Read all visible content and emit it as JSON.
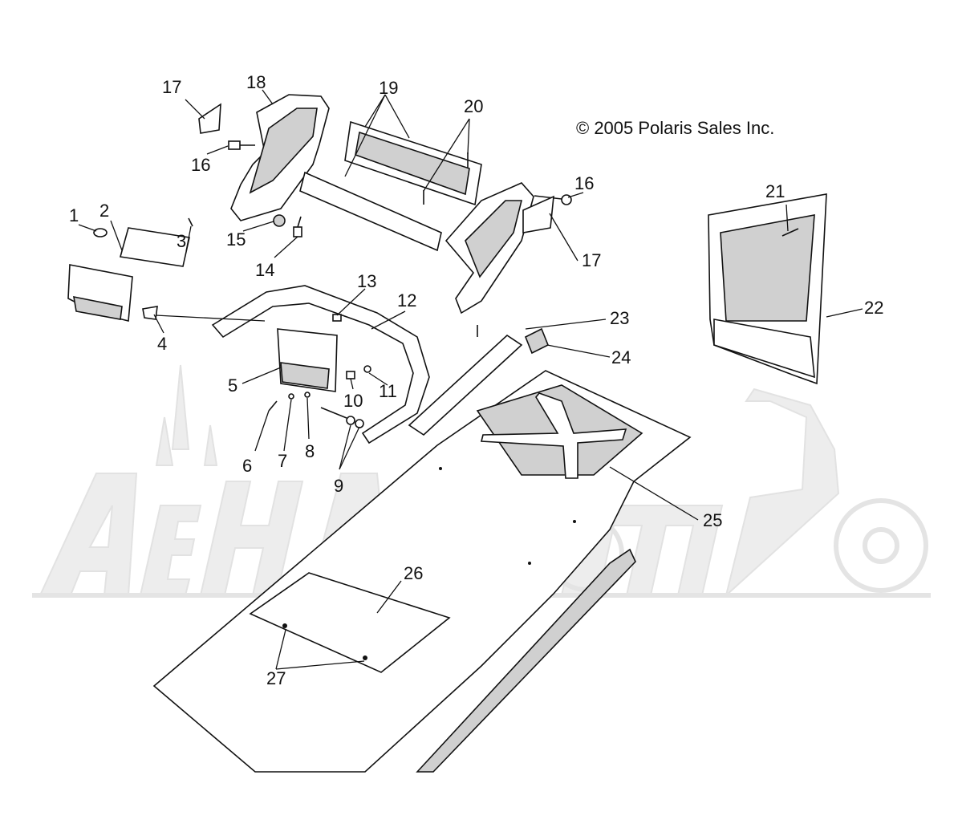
{
  "copyright": "© 2005 Polaris Sales Inc.",
  "callouts": [
    {
      "id": "1",
      "label": "1"
    },
    {
      "id": "2",
      "label": "2"
    },
    {
      "id": "3",
      "label": "3"
    },
    {
      "id": "4",
      "label": "4"
    },
    {
      "id": "5",
      "label": "5"
    },
    {
      "id": "6",
      "label": "6"
    },
    {
      "id": "7",
      "label": "7"
    },
    {
      "id": "8",
      "label": "8"
    },
    {
      "id": "9",
      "label": "9"
    },
    {
      "id": "10",
      "label": "10"
    },
    {
      "id": "11",
      "label": "11"
    },
    {
      "id": "12",
      "label": "12"
    },
    {
      "id": "13",
      "label": "13"
    },
    {
      "id": "14",
      "label": "14"
    },
    {
      "id": "15",
      "label": "15"
    },
    {
      "id": "16a",
      "label": "16"
    },
    {
      "id": "16b",
      "label": "16"
    },
    {
      "id": "17a",
      "label": "17"
    },
    {
      "id": "17b",
      "label": "17"
    },
    {
      "id": "18",
      "label": "18"
    },
    {
      "id": "19",
      "label": "19"
    },
    {
      "id": "20",
      "label": "20"
    },
    {
      "id": "21",
      "label": "21"
    },
    {
      "id": "22",
      "label": "22"
    },
    {
      "id": "23",
      "label": "23"
    },
    {
      "id": "24",
      "label": "24"
    },
    {
      "id": "25",
      "label": "25"
    },
    {
      "id": "26",
      "label": "26"
    },
    {
      "id": "27",
      "label": "27"
    }
  ]
}
